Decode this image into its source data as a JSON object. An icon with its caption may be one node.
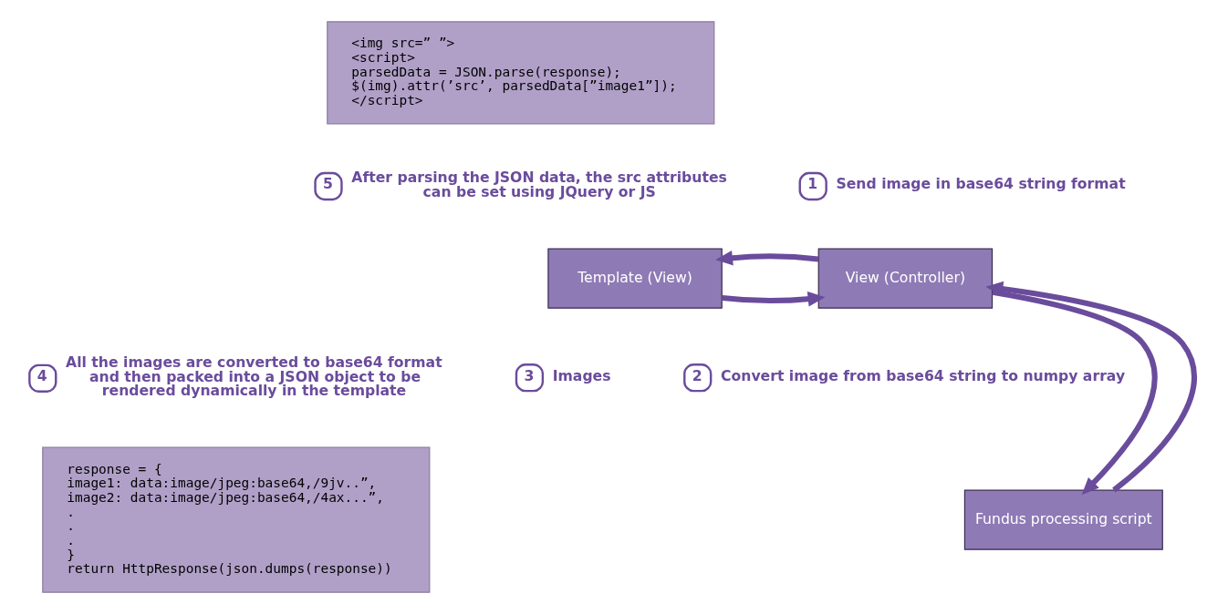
{
  "diagram": {
    "nodes": [
      {
        "text": [
          "<img src=” ”>",
          "<script>",
          "parsedData = JSON.parse(response);",
          "$(img).attr(’src’, parsedData[”image1”]);",
          "</script>"
        ]
      },
      {
        "text": [
          "5"
        ],
        "beside": [
          "After parsing the JSON data, the src attributes can be set using JQuery or JS"
        ]
      },
      {
        "text": [
          "Template (View)"
        ]
      },
      {
        "text": [
          "1"
        ],
        "beside": [
          "Send image in base64 string format"
        ]
      },
      {
        "text": [
          "View (Controller)"
        ]
      },
      {
        "text": [
          "4"
        ],
        "beside": [
          "All the images are converted to base64 format and then packed into a JSON object to be rendered dynamically in the template"
        ]
      },
      {
        "text": [
          "3"
        ],
        "beside": [
          "Images"
        ]
      },
      {
        "text": [
          "2"
        ],
        "beside": [
          "Convert image from base64 string to numpy array"
        ]
      },
      {
        "text": [
          "Fundus processing script"
        ]
      },
      {
        "text": [
          "response = {",
          "image1: data:image/jpeg:base64,/9jv..”,",
          "image2: data:image/jpeg:base64,/4ax...”,",
          ".",
          ".",
          ".",
          "}",
          "return HttpResponse(json.dumps(response))"
        ]
      }
    ],
    "edges": [
      {
        "from": 2,
        "to": 4,
        "arrow": "to"
      },
      {
        "from": 4,
        "to": 2,
        "arrow": "to"
      },
      {
        "from": 4,
        "to": 8,
        "arrow": "to"
      },
      {
        "from": 8,
        "to": 4,
        "arrow": "to"
      }
    ]
  }
}
